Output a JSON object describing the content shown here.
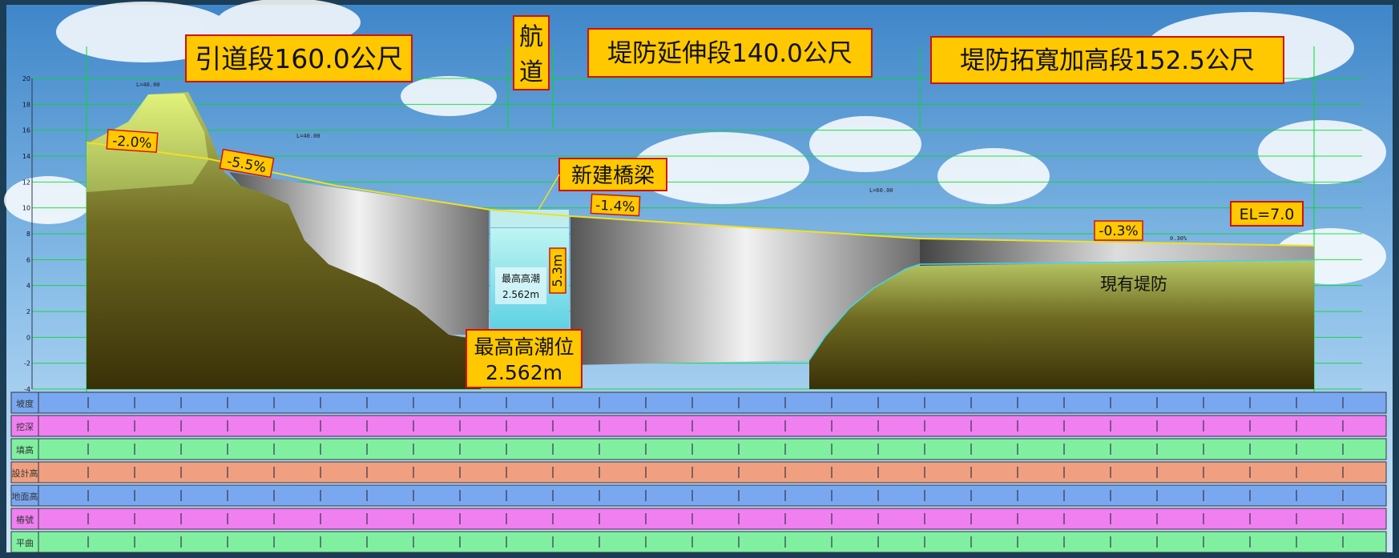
{
  "callouts": {
    "approach": "引道段160.0公尺",
    "channel_line1": "航",
    "channel_line2": "道",
    "extension": "堤防延伸段140.0公尺",
    "widen": "堤防拓寬加高段152.5公尺",
    "new_bridge": "新建橋梁",
    "high_tide_line1": "最高高潮位",
    "high_tide_line2": "2.562m",
    "clearance": "5.3m",
    "el": "EL=7.0",
    "existing_levee": "現有堤防"
  },
  "slopes": {
    "s1": "-2.0%",
    "s2": "-5.5%",
    "s3": "-1.4%",
    "s4": "-0.3%"
  },
  "small_labels": {
    "tide_small_1": "最高高潮",
    "tide_small_2": "2.562m"
  },
  "row_labels": [
    "坡度",
    "挖深",
    "填高",
    "設計高",
    "地面高",
    "樁號",
    "平曲"
  ],
  "y_ticks": [
    "20",
    "18",
    "16",
    "14",
    "12",
    "10",
    "8",
    "6",
    "4",
    "2",
    "0",
    "-2",
    "-4"
  ],
  "colors": {
    "callout_fill": "#ffc800",
    "callout_border": "#d41010",
    "gridline": "#00dd22",
    "design_line": "#f0e020",
    "row_blue": "#7aa8f0",
    "row_pink": "#f080f0",
    "row_green": "#80f0a0",
    "row_orange": "#f0a080"
  }
}
